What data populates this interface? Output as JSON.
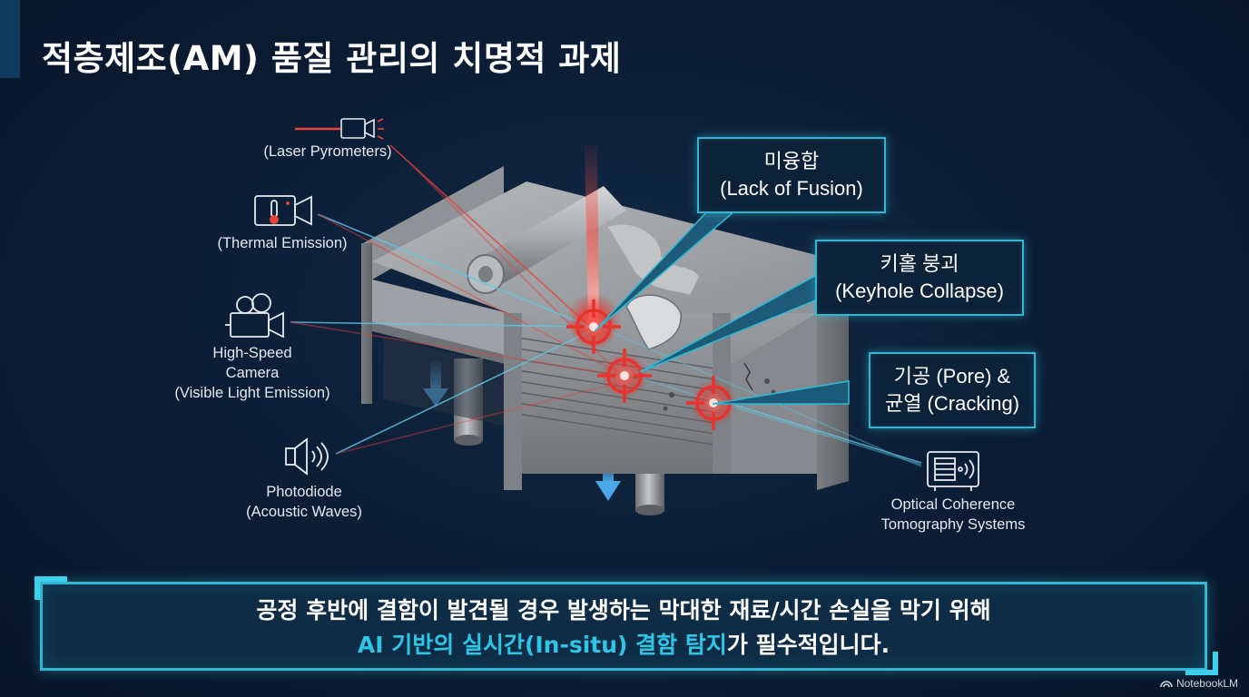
{
  "title": "적층제조(AM) 품질 관리의 치명적 과제",
  "sensors": {
    "laser_pyrometers": "(Laser Pyrometers)",
    "thermal_emission": "(Thermal Emission)",
    "high_speed_camera": [
      "High-Speed",
      "Camera",
      "(Visible Light Emission)"
    ],
    "photodiode": [
      "Photodiode",
      "(Acoustic Waves)"
    ],
    "oct": [
      "Optical Coherence",
      "Tomography Systems"
    ]
  },
  "defects": {
    "lack_of_fusion": [
      "미융합",
      "(Lack of Fusion)"
    ],
    "keyhole_collapse": [
      "키홀 붕괴",
      "(Keyhole Collapse)"
    ],
    "pore_cracking": [
      "기공 (Pore) &",
      "균열 (Cracking)"
    ]
  },
  "banner": {
    "line1": "공정 후반에 결함이 발견될 경우 발생하는 막대한 재료/시간 손실을 막기 위해",
    "line2_highlight": "AI 기반의 실시간(In-situ) 결함 탐지",
    "line2_rest": "가 필수적입니다."
  },
  "brand": "NotebookLM",
  "colors": {
    "background": "#0b1c33",
    "accent_cyan": "#2fb7d4",
    "laser_red": "#e8322c",
    "metal": "#8a8d91"
  },
  "icons": [
    "laser-pyrometer-icon",
    "thermal-camera-icon",
    "movie-camera-icon",
    "speaker-icon",
    "oct-device-icon",
    "crosshair-icon",
    "down-arrow-icon"
  ]
}
